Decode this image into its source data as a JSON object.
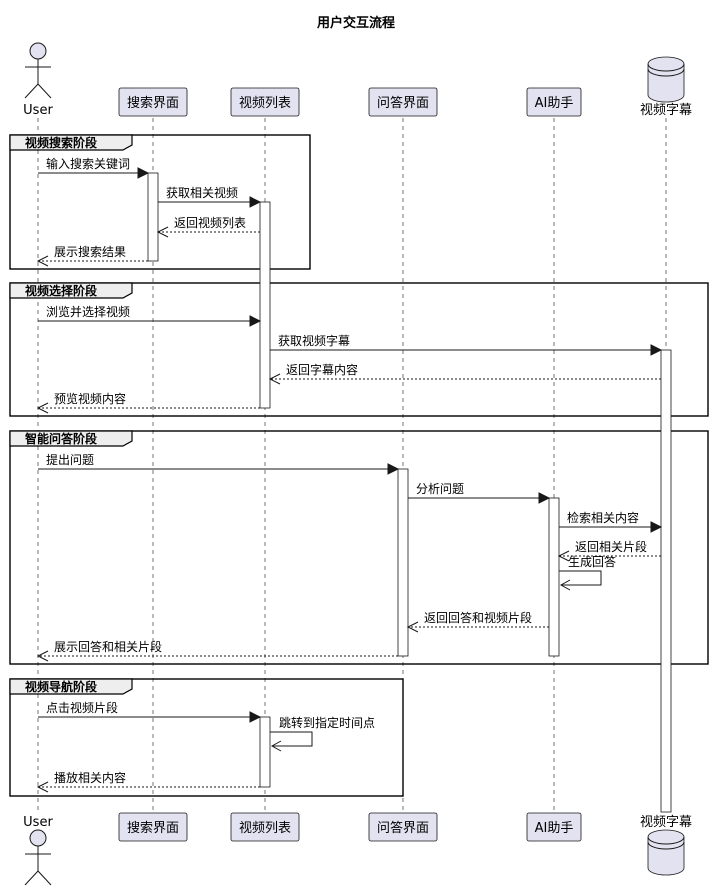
{
  "title": "用户交互流程",
  "participants": [
    {
      "id": "user",
      "label": "User",
      "kind": "actor"
    },
    {
      "id": "search",
      "label": "搜索界面",
      "kind": "box"
    },
    {
      "id": "list",
      "label": "视频列表",
      "kind": "box"
    },
    {
      "id": "qa",
      "label": "问答界面",
      "kind": "box"
    },
    {
      "id": "ai",
      "label": "AI助手",
      "kind": "box"
    },
    {
      "id": "subs",
      "label": "视频字幕",
      "kind": "database"
    }
  ],
  "groups": [
    {
      "label": "视频搜索阶段"
    },
    {
      "label": "视频选择阶段"
    },
    {
      "label": "智能问答阶段"
    },
    {
      "label": "视频导航阶段"
    }
  ],
  "messages": [
    {
      "from": "user",
      "to": "search",
      "label": "输入搜索关键词",
      "type": "sync"
    },
    {
      "from": "search",
      "to": "list",
      "label": "获取相关视频",
      "type": "sync"
    },
    {
      "from": "list",
      "to": "search",
      "label": "返回视频列表",
      "type": "return"
    },
    {
      "from": "search",
      "to": "user",
      "label": "展示搜索结果",
      "type": "return"
    },
    {
      "from": "user",
      "to": "list",
      "label": "浏览并选择视频",
      "type": "sync"
    },
    {
      "from": "list",
      "to": "subs",
      "label": "获取视频字幕",
      "type": "sync"
    },
    {
      "from": "subs",
      "to": "list",
      "label": "返回字幕内容",
      "type": "return"
    },
    {
      "from": "list",
      "to": "user",
      "label": "预览视频内容",
      "type": "return"
    },
    {
      "from": "user",
      "to": "qa",
      "label": "提出问题",
      "type": "sync"
    },
    {
      "from": "qa",
      "to": "ai",
      "label": "分析问题",
      "type": "sync"
    },
    {
      "from": "ai",
      "to": "subs",
      "label": "检索相关内容",
      "type": "sync"
    },
    {
      "from": "subs",
      "to": "ai",
      "label": "返回相关片段",
      "type": "return"
    },
    {
      "from": "ai",
      "to": "ai",
      "label": "生成回答",
      "type": "self"
    },
    {
      "from": "ai",
      "to": "qa",
      "label": "返回回答和视频片段",
      "type": "return"
    },
    {
      "from": "qa",
      "to": "user",
      "label": "展示回答和相关片段",
      "type": "return"
    },
    {
      "from": "user",
      "to": "list",
      "label": "点击视频片段",
      "type": "sync"
    },
    {
      "from": "list",
      "to": "list",
      "label": "跳转到指定时间点",
      "type": "self"
    },
    {
      "from": "list",
      "to": "user",
      "label": "播放相关内容",
      "type": "return"
    }
  ]
}
